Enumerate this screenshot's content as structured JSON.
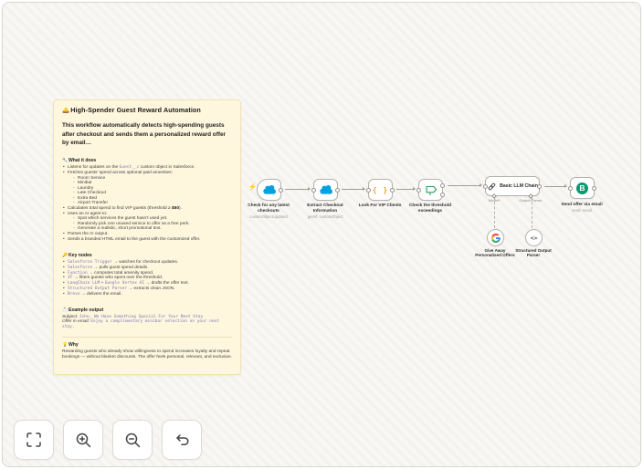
{
  "sticky": {
    "title": "High-Spender Guest Reward Automation",
    "title_icon": "🛎️",
    "description": "This workflow automatically detects high-spending guests after checkout and sends them a personalized reward offer by email…",
    "what": {
      "heading": "What it does",
      "heading_icon": "🔧",
      "b1_pre": "Listens for updates on the ",
      "b1_code": "Guest__c",
      "b1_post": " custom object in Salesforce.",
      "b2": "Fetches guests’ spend across optional paid amenities:",
      "amenity1": "Room Service",
      "amenity2": "Minibar",
      "amenity3": "Laundry",
      "amenity4": "Late Checkout",
      "amenity5": "Extra Bed",
      "amenity6": "Airport Transfer",
      "b3_pre": "Calculates total spend to find VIP guests (threshold ≥ ",
      "b3_bold": "$50",
      "b3_post": ").",
      "b4": "Uses an AI agent to:",
      "ai1": "Spot which services the guest hasn’t used yet.",
      "ai2": "Randomly pick one unused service to offer as a free perk.",
      "ai3": "Generate a realistic, short promotional text.",
      "b5": "Parses the AI output.",
      "b6": "Sends a branded HTML email to the guest with the customized offer."
    },
    "keynodes": {
      "heading": "Key nodes",
      "heading_icon": "🔑",
      "k1_code": "Salesforce Trigger",
      "k1_text": "→ watches for checkout updates.",
      "k2_code": "Salesforce",
      "k2_text": "→ pulls guest spend details.",
      "k3_code": "Function",
      "k3_text": "→ computes total amenity spend.",
      "k4_code": "IF",
      "k4_text": "→ filters guests who spent over the threshold.",
      "k5_code": "LangChain LLM",
      "k5_mid": "+",
      "k5_code2": "Google Vertex AI",
      "k5_text": "→ drafts the offer text.",
      "k6_code": "Structured Output Parser",
      "k6_text": "→ extracts clean JSON.",
      "k7_code": "Brevo",
      "k7_text": "→ delivers the email."
    },
    "example": {
      "heading": "Example output",
      "heading_icon": "📩",
      "subject_label": "Subject:",
      "subject_value": "John, We Have Something Special For Your Next Stay",
      "offer_label": "Offer in email:",
      "offer_value": "Enjoy a complimentary minibar selection on your next stay."
    },
    "why": {
      "heading": "Why",
      "heading_icon": "💡",
      "text": "Rewarding guests who already show willingness to spend increases loyalty and repeat bookings — without blanket discounts. The offer feels personal, relevant, and exclusive."
    }
  },
  "canvas": {
    "nodes": {
      "n1": {
        "label": "Check for any latest checkouts",
        "subtitle": "customObjectUpdated",
        "icon": "salesforce-cloud"
      },
      "n2": {
        "label": "Extract Checkout Information",
        "subtitle": "getAll: customObject",
        "icon": "salesforce-cloud"
      },
      "n3": {
        "label": "Look For VIP Clients",
        "icon": "code-braces",
        "icon_text": "{ }"
      },
      "n4": {
        "label": "Check the threshold exceedings",
        "icon": "if-signpost"
      },
      "n5": {
        "label": "Basic LLM Chain",
        "icon": "chain-link",
        "model_label": "Model",
        "model_required": "*",
        "parser_label": "Output Parser"
      },
      "n6": {
        "label": "Send offer via email",
        "subtitle": "send: email",
        "icon": "brevo",
        "icon_letter": "B"
      },
      "sub1": {
        "label": "Give Away Personalised Offers",
        "icon": "google-g"
      },
      "sub2": {
        "label": "Structured Output Parser",
        "icon": "angle-brackets",
        "icon_text": "<>"
      }
    },
    "colors": {
      "salesforce_blue": "#00A1E0",
      "code_orange": "#F59C2F",
      "if_green": "#29A05A",
      "brevo_green": "#0B996E",
      "trigger_bolt_red": "#FF5A4E",
      "sticky_bg": "#FFF6DE"
    }
  },
  "toolbar": {
    "buttons": [
      {
        "icon": "fit-view"
      },
      {
        "icon": "zoom-in"
      },
      {
        "icon": "zoom-out"
      },
      {
        "icon": "undo"
      }
    ]
  }
}
